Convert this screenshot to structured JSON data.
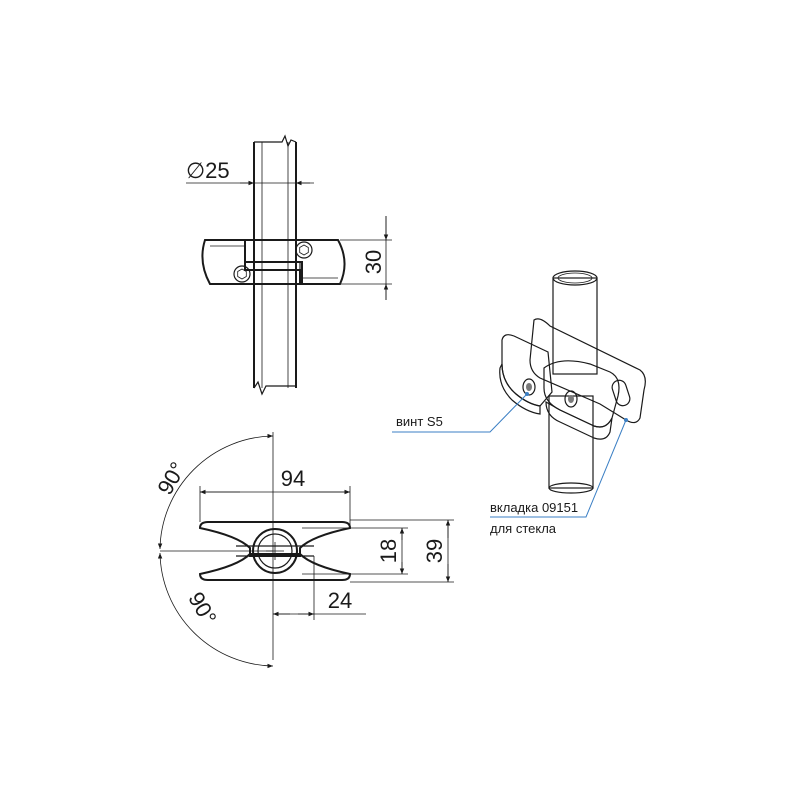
{
  "dimensions": {
    "diameter": "∅25",
    "height_30": "30",
    "width_94": "94",
    "gap_18": "18",
    "depth_39": "39",
    "offset_24": "24",
    "angle_top": "90°",
    "angle_bottom": "90°"
  },
  "callouts": {
    "screw": "винт S5",
    "insert_line1": "вкладка 09151",
    "insert_line2": "для стекла"
  },
  "colors": {
    "line": "#1a1a1a",
    "leader": "#3b7fc4",
    "part_light": "#f2f2f2",
    "part_mid": "#d6d6d6"
  }
}
